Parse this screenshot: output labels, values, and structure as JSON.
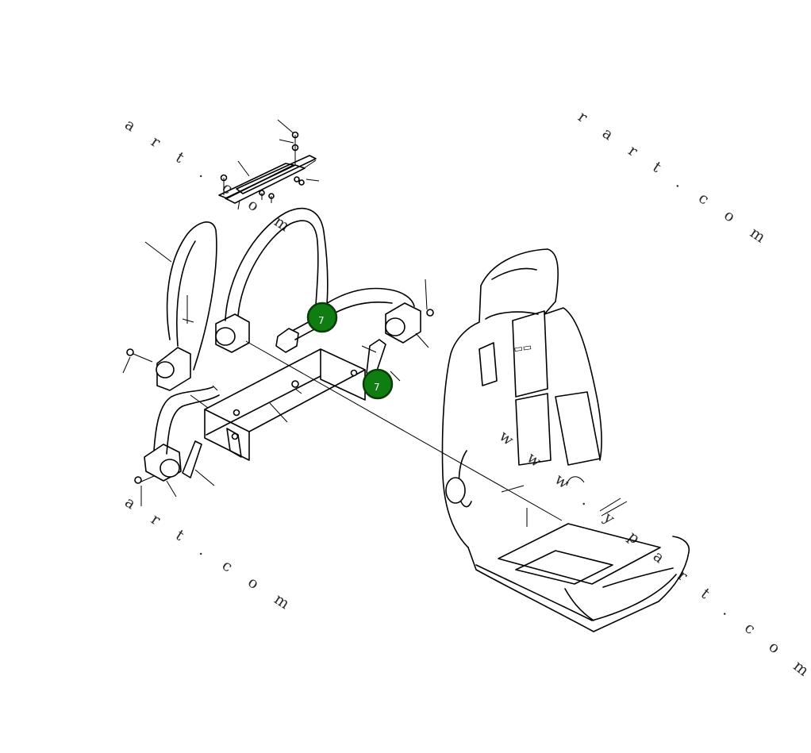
{
  "watermarks": [
    "a r t . c o m",
    "r a r t . c o m",
    "a r t . c o m",
    "w w w . y p a r t . c o m"
  ],
  "callouts": [
    {
      "label": "7"
    },
    {
      "label": "7"
    }
  ],
  "colors": {
    "callout_fill": "#0f7d12",
    "callout_stroke": "#0a3d0a",
    "line": "#000000",
    "background": "#ffffff"
  }
}
